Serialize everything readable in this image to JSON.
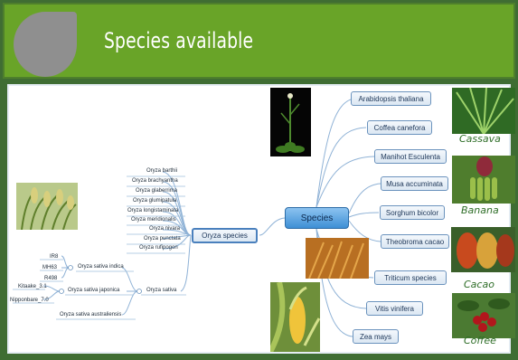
{
  "header": {
    "title": "Species available"
  },
  "mindmap": {
    "center": "Species",
    "branches": [
      "Arabidopsis thaliana",
      "Coffea canefora",
      "Manihot Esculenta",
      "Musa accuminata",
      "Sorghum bicolor",
      "Theobroma cacao",
      "Triticum species",
      "Vitis vinifera",
      "Zea mays"
    ],
    "oryza": {
      "label": "Oryza species",
      "items": [
        "Oryza barthii",
        "Oryza brachyantha",
        "Oryza glaberrima",
        "Oryza glumipatula",
        "Oryza longistaminata",
        "Oryza meridionalis",
        "Oryza nivara",
        "Oryza punctata",
        "Oryza rufipogon"
      ],
      "sativa": {
        "label": "Oryza sativa",
        "indica": {
          "label": "Oryza sativa indica",
          "items": [
            "IR8",
            "MH63",
            "R498"
          ]
        },
        "japonica": {
          "label": "Oryza sativa japonica",
          "items": [
            "Kitaake_3.1",
            "Nipponbare_7.0"
          ]
        },
        "australiensis": "Oryza sativa australiensis"
      }
    }
  },
  "captions": {
    "cassava": "Cassava",
    "banana": "Banana",
    "cacao": "Cacao",
    "coffee": "Coffee"
  },
  "colors": {
    "header": "#69a428",
    "frame": "#3f6d33",
    "connector": "#8fb2d6",
    "center": "#3e8fd5"
  }
}
